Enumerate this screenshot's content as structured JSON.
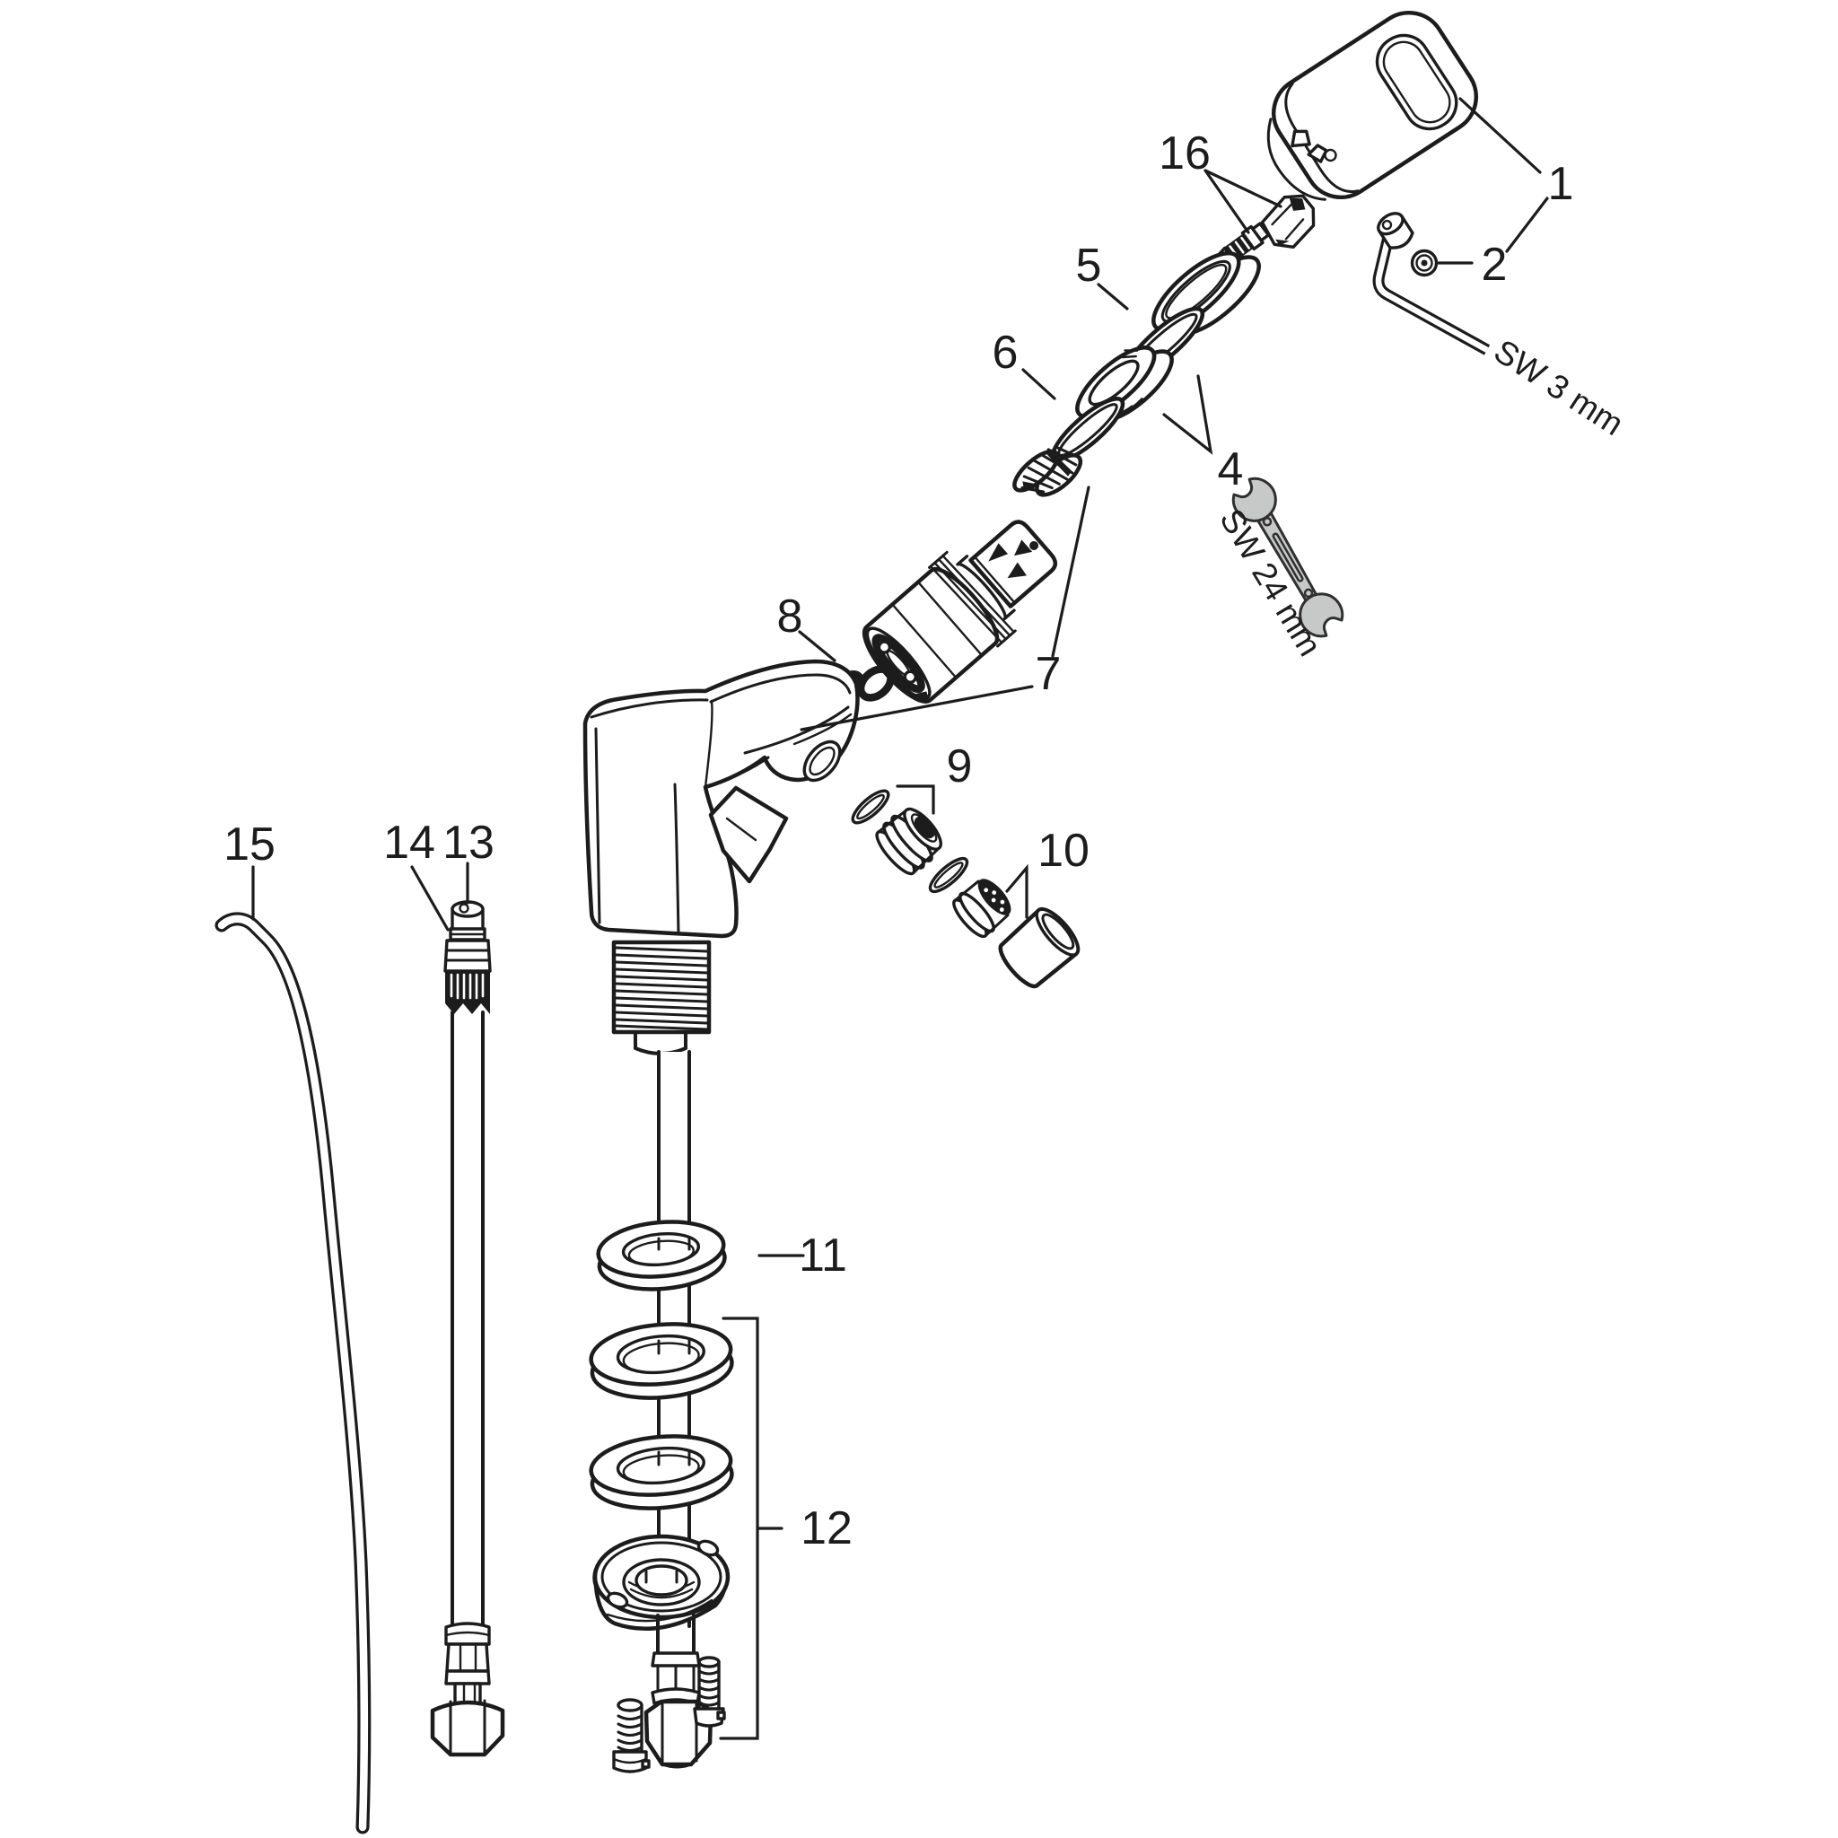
{
  "canvas": {
    "background": "#ffffff",
    "ink": "#1c1c1c",
    "tool_fill": "#c7c9c8"
  },
  "diagram": {
    "type": "exploded-parts-diagram",
    "part_labels": {
      "p1": {
        "text": "1"
      },
      "p2": {
        "text": "2"
      },
      "p4": {
        "text": "4"
      },
      "p5": {
        "text": "5"
      },
      "p6": {
        "text": "6"
      },
      "p7": {
        "text": "7"
      },
      "p8": {
        "text": "8"
      },
      "p9": {
        "text": "9"
      },
      "p10": {
        "text": "10"
      },
      "p11": {
        "text": "11"
      },
      "p12": {
        "text": "12"
      },
      "p13": {
        "text": "13"
      },
      "p14": {
        "text": "14"
      },
      "p15": {
        "text": "15"
      },
      "p16": {
        "text": "16"
      }
    },
    "tool_labels": {
      "allen_key": {
        "text": "SW 3 mm"
      },
      "wrench": {
        "text": "SW 24 mm"
      }
    }
  }
}
